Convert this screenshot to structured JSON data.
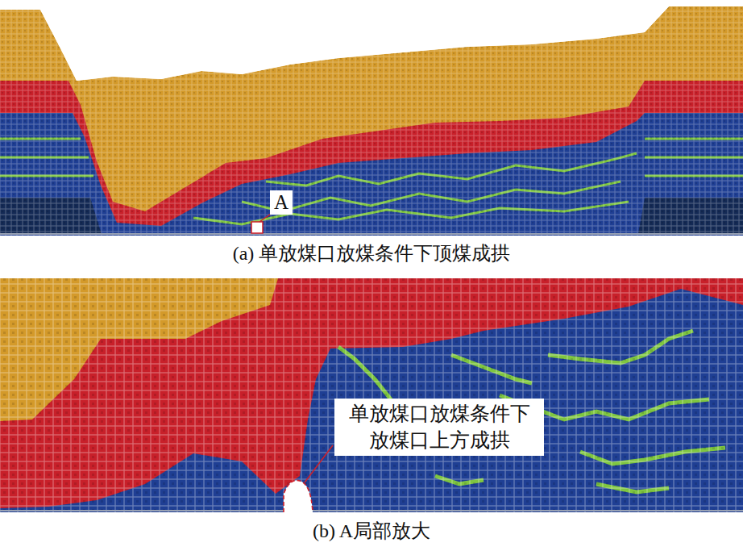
{
  "diagram": {
    "nodes": [
      {
        "text": [
          "单放煤口放煤条件下 放煤口上方成拱"
        ]
      }
    ],
    "labels": [
      "A",
      "(a) 单放煤口放煤条件下顶煤成拱",
      "(b) A局部放大"
    ]
  }
}
